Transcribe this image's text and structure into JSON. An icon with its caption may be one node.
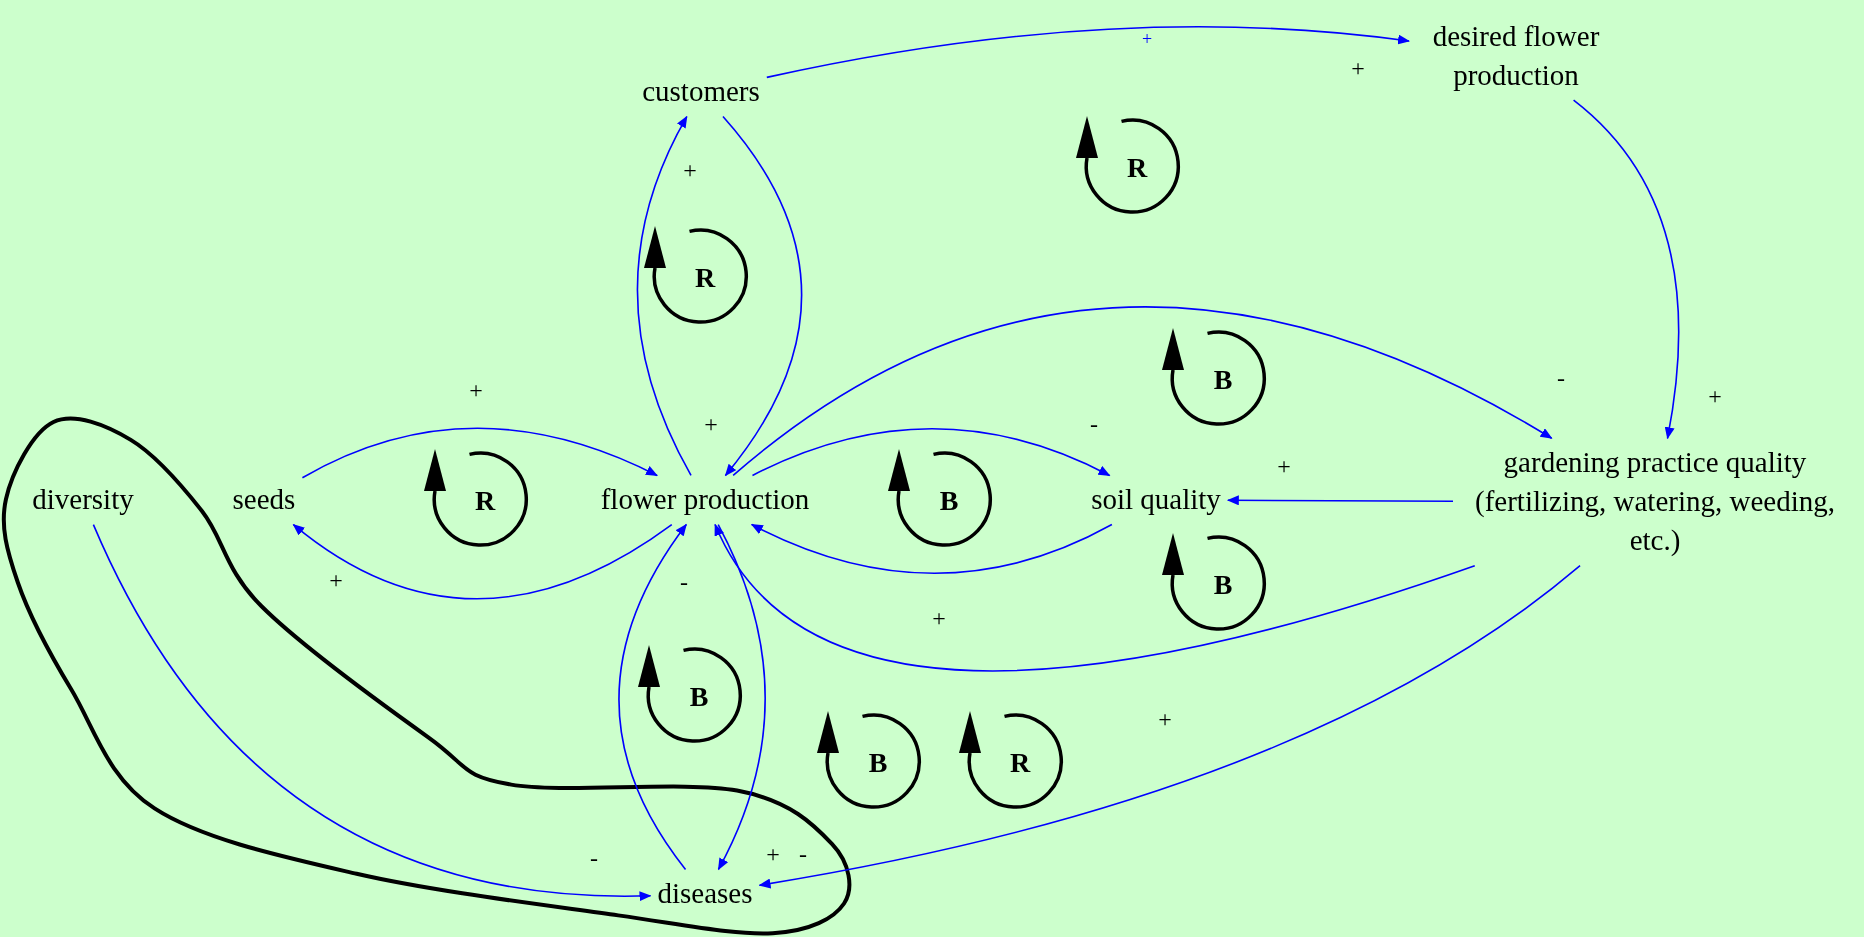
{
  "diagram": {
    "nodes": [
      {
        "text": [
          "customers"
        ]
      },
      {
        "text": [
          "desired flower production"
        ]
      },
      {
        "text": [
          "seeds"
        ]
      },
      {
        "text": [
          "flower production"
        ]
      },
      {
        "text": [
          "soil quality"
        ]
      },
      {
        "text": [
          "gardening practice quality (fertilizing, watering, weeding, etc.)"
        ]
      },
      {
        "text": [
          "diversity"
        ]
      },
      {
        "text": [
          "diseases"
        ]
      }
    ],
    "edges": [
      {
        "from": 0,
        "to": 1,
        "arrow": "to",
        "label": "+"
      },
      {
        "from": 1,
        "to": 5,
        "arrow": "to",
        "label": "+"
      },
      {
        "from": 3,
        "to": 0,
        "arrow": "to",
        "label": "+"
      },
      {
        "from": 0,
        "to": 3,
        "arrow": "to",
        "label": "+"
      },
      {
        "from": 2,
        "to": 3,
        "arrow": "to",
        "label": "+"
      },
      {
        "from": 3,
        "to": 2,
        "arrow": "to",
        "label": "+"
      },
      {
        "from": 3,
        "to": 4,
        "arrow": "to",
        "label": "-"
      },
      {
        "from": 4,
        "to": 3,
        "arrow": "to"
      },
      {
        "from": 5,
        "to": 3,
        "arrow": "to",
        "label": "+"
      },
      {
        "from": 3,
        "to": 5,
        "arrow": "to",
        "label": "-"
      },
      {
        "from": 5,
        "to": 4,
        "arrow": "to",
        "label": "+"
      },
      {
        "from": 3,
        "to": 7,
        "arrow": "to",
        "label": "+"
      },
      {
        "from": 7,
        "to": 3,
        "arrow": "to",
        "label": "-"
      },
      {
        "from": 6,
        "to": 7,
        "arrow": "to",
        "label": "-"
      },
      {
        "from": 5,
        "to": 7,
        "arrow": "to",
        "label": "-"
      }
    ],
    "labels": [
      "+",
      "R",
      "R",
      "B",
      "R",
      "B",
      "B",
      "B",
      "+",
      "B",
      "R"
    ]
  }
}
